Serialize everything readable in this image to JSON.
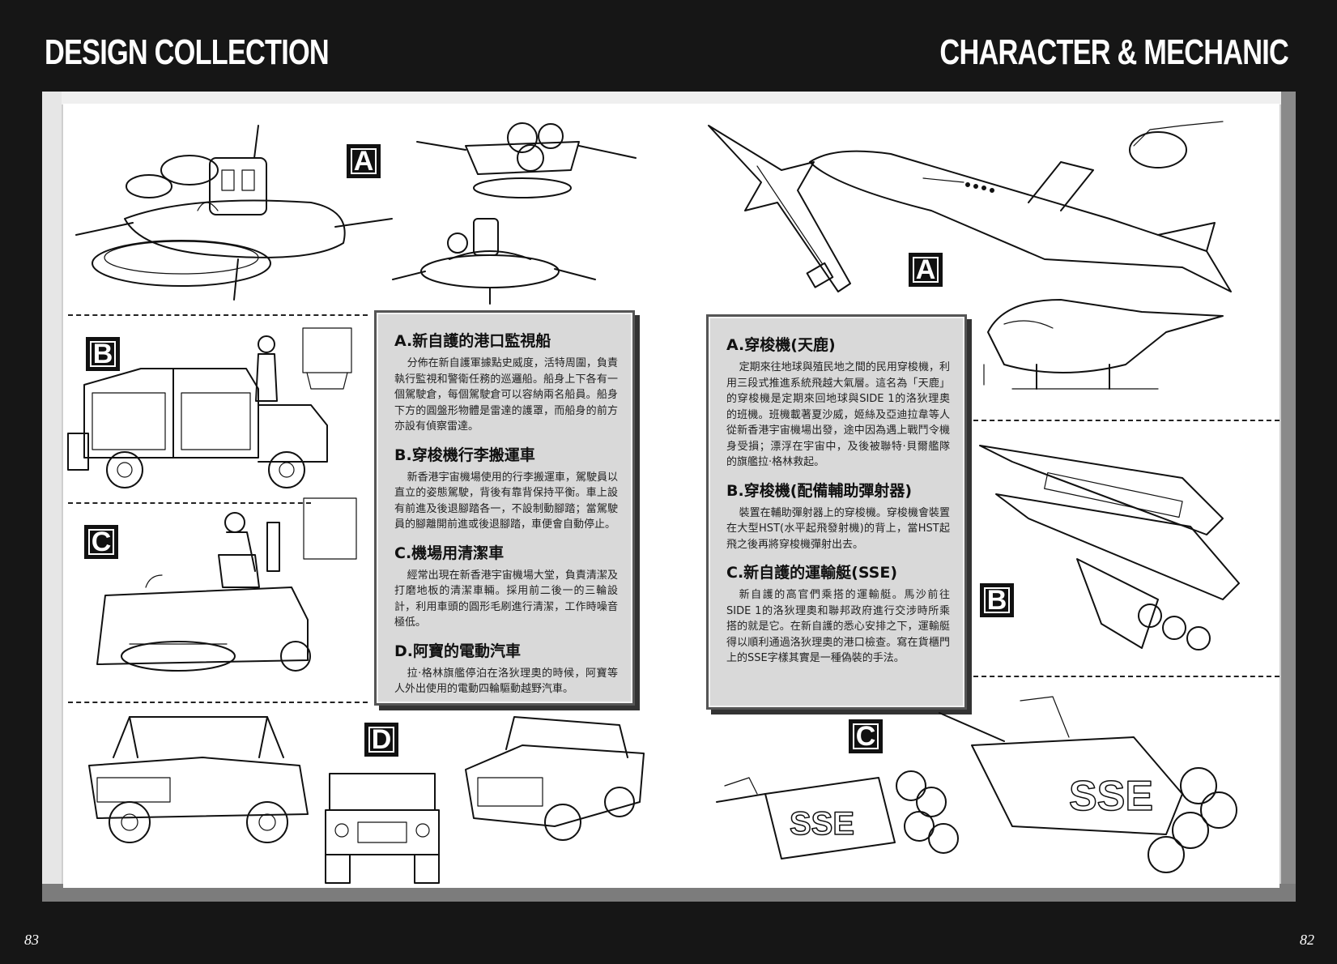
{
  "header": {
    "left_title": "DESIGN COLLECTION",
    "right_title": "CHARACTER & MECHANIC"
  },
  "left_page": {
    "labels": [
      "A",
      "B",
      "C",
      "D"
    ],
    "text_box": {
      "sections": [
        {
          "title": "A.新自護的港口監視船",
          "body": "分佈在新自護軍據點史威度，活特周圍，負責執行監視和警衛任務的巡邏船。船身上下各有一個駕駛倉，每個駕駛倉可以容納兩名船員。船身下方的圓盤形物體是雷達的護罩，而船身的前方亦設有偵察雷達。"
        },
        {
          "title": "B.穿梭機行李搬運車",
          "body": "新香港宇宙機場使用的行李搬運車，駕駛員以直立的姿態駕駛，背後有靠背保持平衡。車上設有前進及後退腳踏各一，不設制動腳踏；當駕駛員的腳離開前進或後退腳踏，車便會自動停止。"
        },
        {
          "title": "C.機場用清潔車",
          "body": "經常出現在新香港宇宙機場大堂，負責清潔及打磨地板的清潔車輛。採用前二後一的三輪設計，利用車頭的圓形毛刷進行清潔，工作時噪音極低。"
        },
        {
          "title": "D.阿寶的電動汽車",
          "body": "拉‧格林旗艦停泊在洛狄理奧的時候，阿寶等人外出使用的電動四輪驅動越野汽車。"
        }
      ]
    },
    "page_number": "83"
  },
  "right_page": {
    "labels": [
      "A",
      "B",
      "C"
    ],
    "text_box": {
      "sections": [
        {
          "title": "A.穿梭機(天鹿)",
          "body": "定期來往地球與殖民地之間的民用穿梭機，利用三段式推進系統飛越大氣層。這名為「天鹿」的穿梭機是定期來回地球與SIDE 1的洛狄理奧的班機。班機載著夏沙威，姬絲及亞迪拉韋等人從新香港宇宙機場出發，途中因為遇上戰鬥令機身受損；漂浮在宇宙中，及後被聯特‧貝爾艦隊的旗艦拉‧格林救起。"
        },
        {
          "title": "B.穿梭機(配備輔助彈射器)",
          "body": "裝置在輔助彈射器上的穿梭機。穿梭機會裝置在大型HST(水平起飛發射機)的背上，當HST起飛之後再將穿梭機彈射出去。"
        },
        {
          "title": "C.新自護的運輸艇(SSE)",
          "body": "新自護的高官們乘搭的運輸艇。馬沙前往SIDE 1的洛狄理奧和聯邦政府進行交涉時所乘搭的就是它。在新自護的悉心安排之下，運輸艇得以順利通過洛狄理奧的港口檢查。寫在貨櫃門上的SSE字樣其實是一種偽裝的手法。"
        }
      ]
    },
    "page_number": "82"
  }
}
